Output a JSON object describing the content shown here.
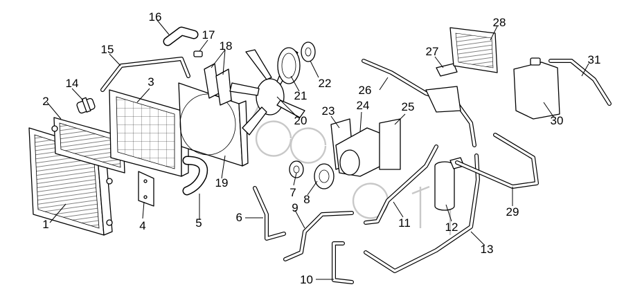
{
  "diagram": {
    "parts": [
      {
        "number": "1"
      },
      {
        "number": "2"
      },
      {
        "number": "3"
      },
      {
        "number": "4"
      },
      {
        "number": "5"
      },
      {
        "number": "6"
      },
      {
        "number": "7"
      },
      {
        "number": "8"
      },
      {
        "number": "9"
      },
      {
        "number": "10"
      },
      {
        "number": "11"
      },
      {
        "number": "12"
      },
      {
        "number": "13"
      },
      {
        "number": "14"
      },
      {
        "number": "15"
      },
      {
        "number": "16"
      },
      {
        "number": "17"
      },
      {
        "number": "18"
      },
      {
        "number": "19"
      },
      {
        "number": "20"
      },
      {
        "number": "21"
      },
      {
        "number": "22"
      },
      {
        "number": "23"
      },
      {
        "number": "24"
      },
      {
        "number": "25"
      },
      {
        "number": "26"
      },
      {
        "number": "27"
      },
      {
        "number": "28"
      },
      {
        "number": "29"
      },
      {
        "number": "30"
      },
      {
        "number": "31"
      }
    ],
    "watermark_color": "#c8c8c8"
  }
}
